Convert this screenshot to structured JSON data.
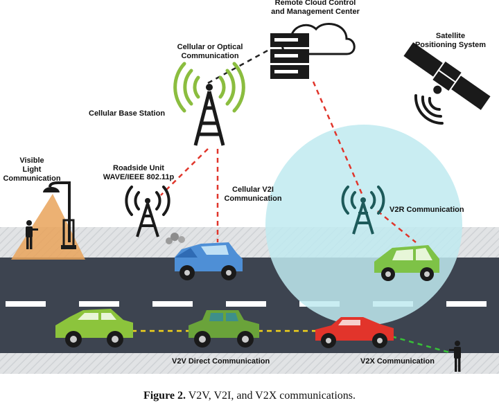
{
  "labels": {
    "cloud_center": [
      "Remote Cloud Control",
      "and Management Center"
    ],
    "cellular_optical": [
      "Cellular or Optical",
      "Communication"
    ],
    "satellite": [
      "Satellite",
      "Positioning System"
    ],
    "base_station": "Cellular Base Station",
    "roadside_unit": [
      "Roadside Unit",
      "WAVE/IEEE 802.11p"
    ],
    "visible_light": [
      "Visible",
      "Light",
      "Communication"
    ],
    "cellular_v2i": [
      "Cellular V2I",
      "Communication"
    ],
    "v2r": "V2R Communication",
    "v2v": "V2V Direct Communication",
    "v2x": "V2X Communication"
  },
  "caption": {
    "prefix": "Figure 2.",
    "text": "V2V, V2I, and V2X communications."
  },
  "colors": {
    "road": "#3d4450",
    "sidewalk": "#dfe1e3",
    "lane_mark": "#ffffff",
    "tower_green": "#8bbd3f",
    "tower_dark": "#1c1c1c",
    "dash_red": "#e0352b",
    "dash_yellow": "#f2d21b",
    "dash_green": "#37c237",
    "v2r_bubble": "#bde9ef",
    "light_cone": "#e9a35a"
  },
  "icons": [
    "cloud-server-icon",
    "satellite-icon",
    "cell-tower-icon",
    "roadside-tower-icon",
    "street-lamp-icon",
    "pedestrian-icon",
    "car-icon"
  ]
}
